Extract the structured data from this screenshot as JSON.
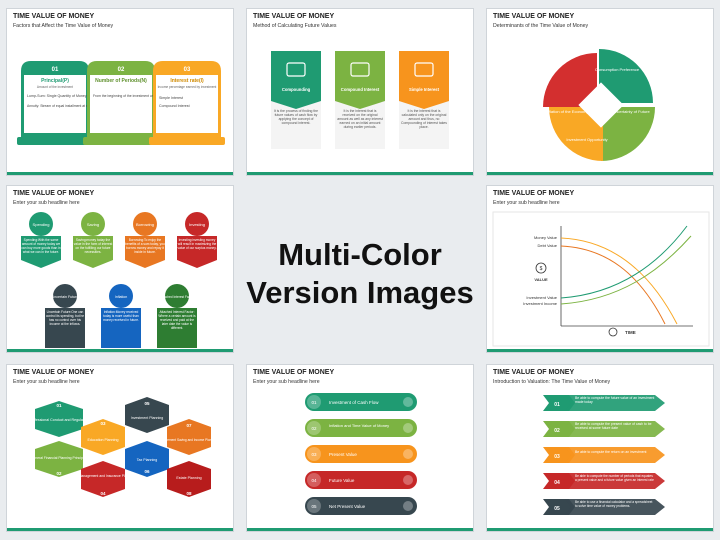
{
  "center": {
    "line1": "Multi-Color",
    "line2": "Version Images"
  },
  "slides": [
    {
      "title": "TIME VALUE OF MONEY",
      "subtitle": "Factors that Affect the Time Value of Money",
      "cards": [
        {
          "num": "01",
          "head": "Principal(P)",
          "sub": "Amount of the investment",
          "b1": "Lump-Sum: Single Quantity of Money",
          "b2": "Annuity: Stream of equal installment at equal time interval",
          "color": "#1f9b72"
        },
        {
          "num": "02",
          "head": "Number of Periods(N)",
          "sub": "",
          "b1": "From the beginning of the investment until termination",
          "b2": "",
          "color": "#7cb342"
        },
        {
          "num": "03",
          "head": "Interest rate(I)",
          "sub": "Income percentage earned by investment",
          "b1": "Simple Interest",
          "b2": "Compound Interest",
          "color": "#f9a825"
        }
      ]
    },
    {
      "title": "TIME VALUE OF MONEY",
      "subtitle": "Method of Calculating Future Values",
      "cards": [
        {
          "head": "Compounding",
          "text": "It is the process of finding the future values of cash flow by applying the concept of compound interest.",
          "color": "#1f9b72"
        },
        {
          "head": "Compound Interest",
          "text": "It is the interest that is received on the original amount as well as any interest earned on an initial amount during earlier periods.",
          "color": "#7cb342"
        },
        {
          "head": "Simple Interest",
          "text": "It is the interest that is calculated only on the original amount and thus, no Compounding of interest takes place.",
          "color": "#f7941d"
        }
      ]
    },
    {
      "title": "TIME VALUE OF MONEY",
      "subtitle": "Determinants of the Time Value of Money",
      "segments": [
        {
          "label": "Consumption Preference",
          "color": "#1f9b72"
        },
        {
          "label": "Uncertainty of Future",
          "color": "#7cb342"
        },
        {
          "label": "Investment Opportunity",
          "color": "#f9a825"
        },
        {
          "label": "Inflation of the Economy",
          "color": "#d32f2f"
        }
      ]
    },
    {
      "title": "TIME VALUE OF MONEY",
      "subtitle": "Enter your sub headline here",
      "top": [
        {
          "head": "Spending",
          "text": "Spending:With the same amount of money today we can buy more goods than in what we can in the future.",
          "color": "#1f9b72"
        },
        {
          "head": "Saving",
          "text": "Saving:money today the value in the form of interest on the fulfilling our future necessities.",
          "color": "#7cb342"
        },
        {
          "head": "Borrowing",
          "text": "Borrowing:To enjoy the benefits of a sum today, you borrow money and repay it inside in future.",
          "color": "#e87722"
        },
        {
          "head": "Investing",
          "text": "Investing:investing money will result in maximizing the value of our surplus money.",
          "color": "#c62828"
        }
      ],
      "bottom": [
        {
          "head": "Uncertain Future",
          "text": "Uncertain Future:One can control its spending, but he has no control over his income at the inflows.",
          "color": "#37474f"
        },
        {
          "head": "Inflation",
          "text": "Inflation:Money received today is more useful than money received in future.",
          "color": "#1565c0"
        },
        {
          "head": "Attached Interest Factor",
          "text": "Attached Interest Factor: Where a certain amount is received and paid at the later date the value is different.",
          "color": "#2e7d32"
        }
      ]
    },
    {
      "title": "TIME VALUE OF MONEY",
      "subtitle": "Enter your sub headline here",
      "y_labels": [
        "Money Value",
        "Debt Value",
        "Investment Value",
        "Investment Income"
      ],
      "value_label": "VALUE",
      "time_label": "TIME"
    },
    {
      "title": "TIME VALUE OF MONEY",
      "subtitle": "Enter your sub headline here",
      "hexes": [
        {
          "num": "01",
          "label": "Professional Conduct and Regulation",
          "color": "#1f9b72"
        },
        {
          "num": "02",
          "label": "General Financial Planning Principles",
          "color": "#7cb342"
        },
        {
          "num": "03",
          "label": "Education Planning",
          "color": "#f9a825"
        },
        {
          "num": "04",
          "label": "Risk Management and Insurance Planning",
          "color": "#c62828"
        },
        {
          "num": "05",
          "label": "Investment Planning",
          "color": "#37474f"
        },
        {
          "num": "06",
          "label": "Tax Planning",
          "color": "#1565c0"
        },
        {
          "num": "07",
          "label": "Retirement Saving and Income Planning",
          "color": "#e87722"
        },
        {
          "num": "08",
          "label": "Estate Planning",
          "color": "#b71c1c"
        }
      ]
    },
    {
      "title": "TIME VALUE OF MONEY",
      "subtitle": "Enter your sub headline here",
      "items": [
        {
          "num": "01",
          "label": "Investment of Cash Flow",
          "color": "#1f9b72"
        },
        {
          "num": "02",
          "label": "Inflation and Time Value of Money",
          "color": "#7cb342"
        },
        {
          "num": "03",
          "label": "Present Value",
          "color": "#f7941d"
        },
        {
          "num": "04",
          "label": "Future Value",
          "color": "#c62828"
        },
        {
          "num": "05",
          "label": "Net Present Value",
          "color": "#37474f"
        }
      ]
    },
    {
      "title": "TIME VALUE OF MONEY",
      "subtitle": "Introduction to Valuation: The Time Value of Money",
      "items": [
        {
          "num": "01",
          "text": "Be able to compute the future value of an investment made today",
          "color": "#1f9b72"
        },
        {
          "num": "02",
          "text": "Be able to compute the present value of cash to be received at some future date",
          "color": "#7cb342"
        },
        {
          "num": "03",
          "text": "Be able to compute the return on an investment",
          "color": "#f7941d"
        },
        {
          "num": "04",
          "text": "Be able to compute the number of periods that equates a present value and a future value given an interest rate",
          "color": "#c62828"
        },
        {
          "num": "05",
          "text": "Be able to use a financial calculator and a spreadsheet to solve time value of money problems.",
          "color": "#37474f"
        }
      ]
    }
  ]
}
